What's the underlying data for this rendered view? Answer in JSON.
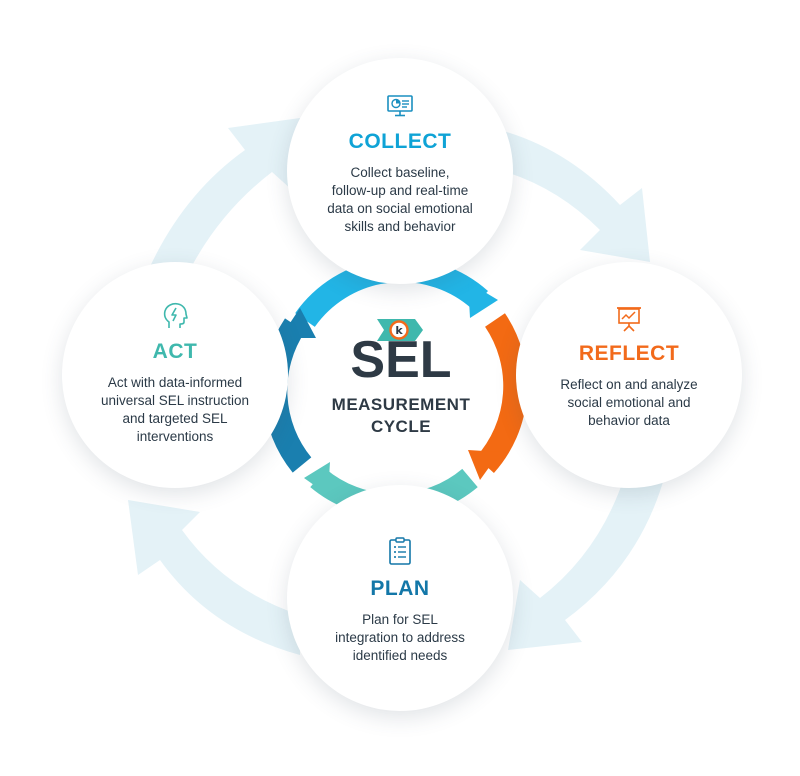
{
  "stages": {
    "collect": {
      "title": "COLLECT",
      "desc": [
        "Collect baseline,",
        "follow-up and real-time",
        "data on social emotional",
        "skills and behavior"
      ],
      "color": "#0fa3d6",
      "icon": "monitor-chart-icon"
    },
    "reflect": {
      "title": "REFLECT",
      "desc": [
        "Reflect on and analyze",
        "social emotional and",
        "behavior data"
      ],
      "color": "#f26a1b",
      "icon": "presentation-board-icon"
    },
    "plan": {
      "title": "PLAN",
      "desc": [
        "Plan for SEL",
        "integration to address",
        "identified needs"
      ],
      "color": "#1377a8",
      "icon": "clipboard-checklist-icon"
    },
    "act": {
      "title": "ACT",
      "desc": [
        "Act with data-informed",
        "universal SEL instruction",
        "and targeted SEL",
        "interventions"
      ],
      "color": "#3fb8ad",
      "icon": "head-lightning-icon"
    }
  },
  "center": {
    "title": "SEL",
    "subtitle_line1": "MEASUREMENT",
    "subtitle_line2": "CYCLE",
    "logo_letter": "k",
    "logo_icon": "k-badge-logo-icon"
  },
  "colors": {
    "collect_arc": "#22b5e6",
    "reflect_arc": "#f36a13",
    "plan_arc": "#5cc8bf",
    "act_arc": "#1a7faf",
    "outer_arrows": "#e4f2f7",
    "text": "#2e3a45"
  }
}
